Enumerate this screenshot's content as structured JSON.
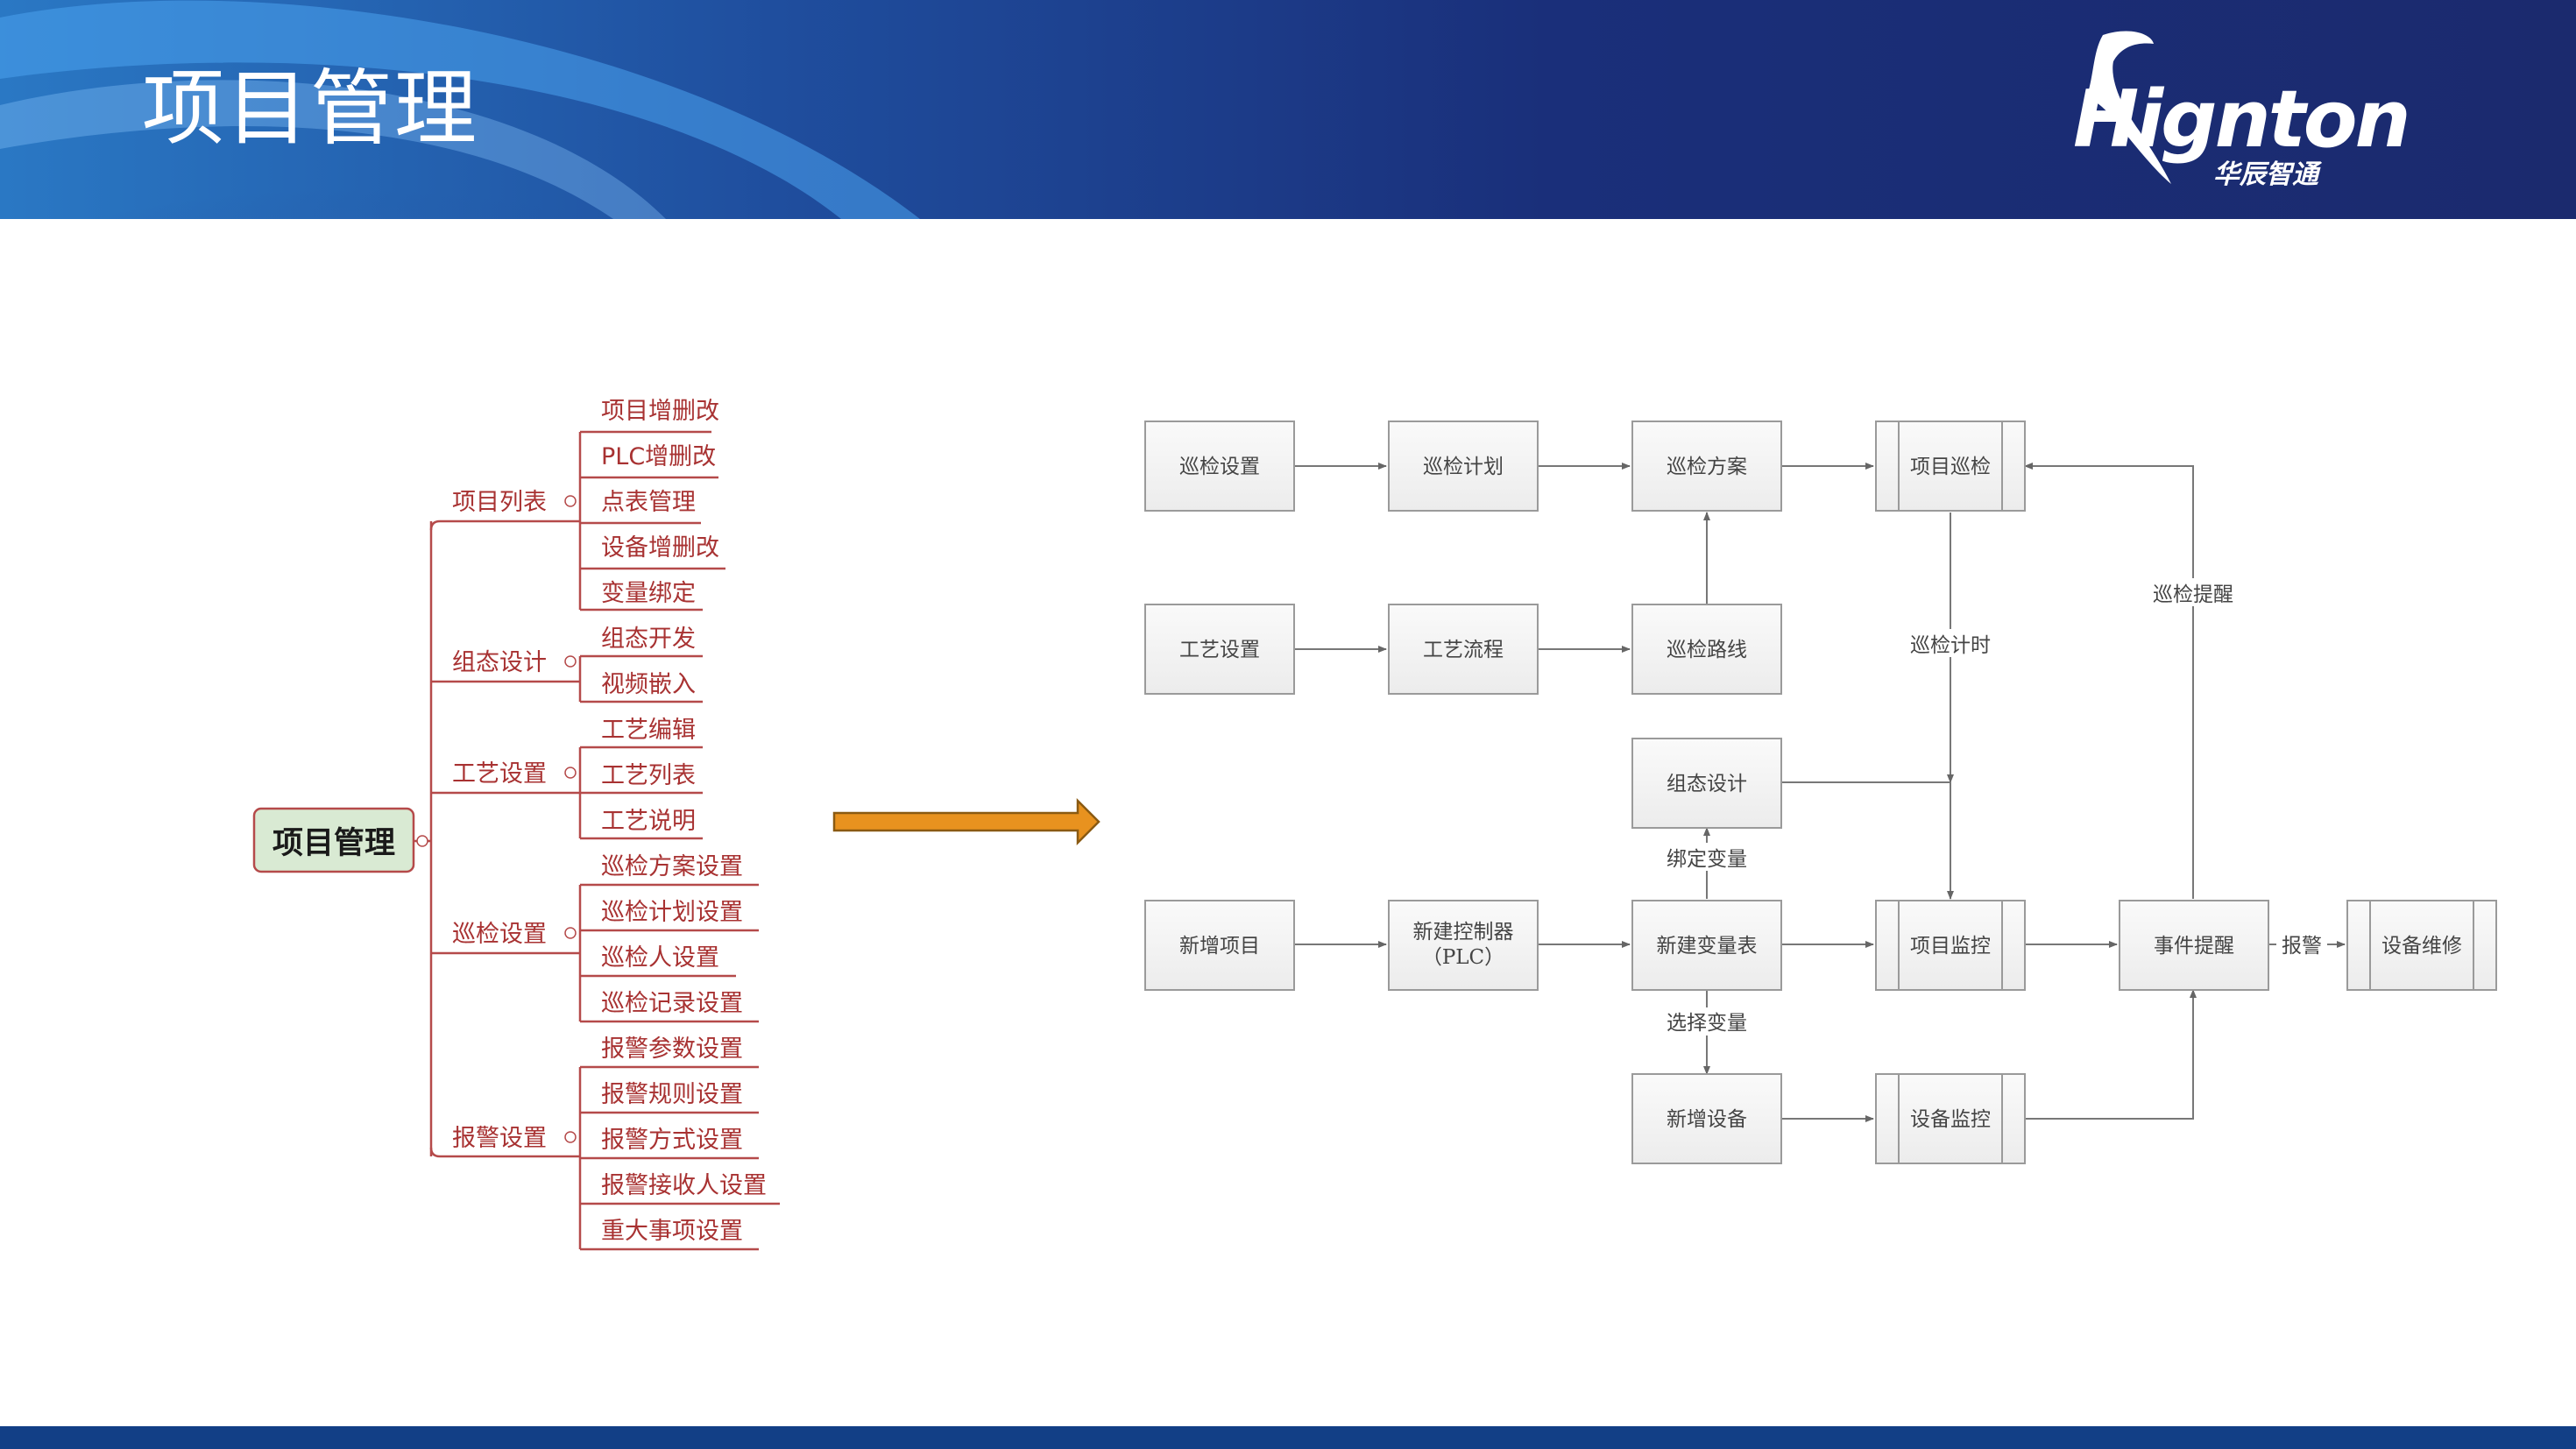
{
  "header": {
    "title": "项目管理",
    "logo_word": "Hignton",
    "logo_sub": "华辰智通"
  },
  "mindmap": {
    "root": "项目管理",
    "branches": [
      {
        "label": "项目列表",
        "children": [
          "项目增删改",
          "PLC增删改",
          "点表管理",
          "设备增删改",
          "变量绑定"
        ]
      },
      {
        "label": "组态设计",
        "children": [
          "组态开发",
          "视频嵌入"
        ]
      },
      {
        "label": "工艺设置",
        "children": [
          "工艺编辑",
          "工艺列表",
          "工艺说明"
        ]
      },
      {
        "label": "巡检设置",
        "children": [
          "巡检方案设置",
          "巡检计划设置",
          "巡检人设置",
          "巡检记录设置"
        ]
      },
      {
        "label": "报警设置",
        "children": [
          "报警参数设置",
          "报警规则设置",
          "报警方式设置",
          "报警接收人设置",
          "重大事项设置"
        ]
      }
    ]
  },
  "flowchart": {
    "nodes": {
      "inspection_setup": "巡检设置",
      "inspection_plan": "巡检计划",
      "inspection_scheme": "巡检方案",
      "project_inspection": "项目巡检",
      "process_setup": "工艺设置",
      "process_flow": "工艺流程",
      "inspection_route": "巡检路线",
      "config_design": "组态设计",
      "new_project": "新增项目",
      "new_controller_line1": "新建控制器",
      "new_controller_line2": "（PLC）",
      "new_variable_table": "新建变量表",
      "project_monitor": "项目监控",
      "event_alert": "事件提醒",
      "equipment_repair": "设备维修",
      "new_device": "新增设备",
      "device_monitor": "设备监控"
    },
    "edge_labels": {
      "inspection_timing": "巡检计时",
      "inspection_reminder": "巡检提醒",
      "bind_variable": "绑定变量",
      "select_variable": "选择变量",
      "alarm": "报警"
    }
  },
  "colors": {
    "mindmap_line": "#b54a4a",
    "mindmap_root_fill": "#d9ead3",
    "arrow_fill": "#e8921f",
    "footer": "#123f86"
  }
}
